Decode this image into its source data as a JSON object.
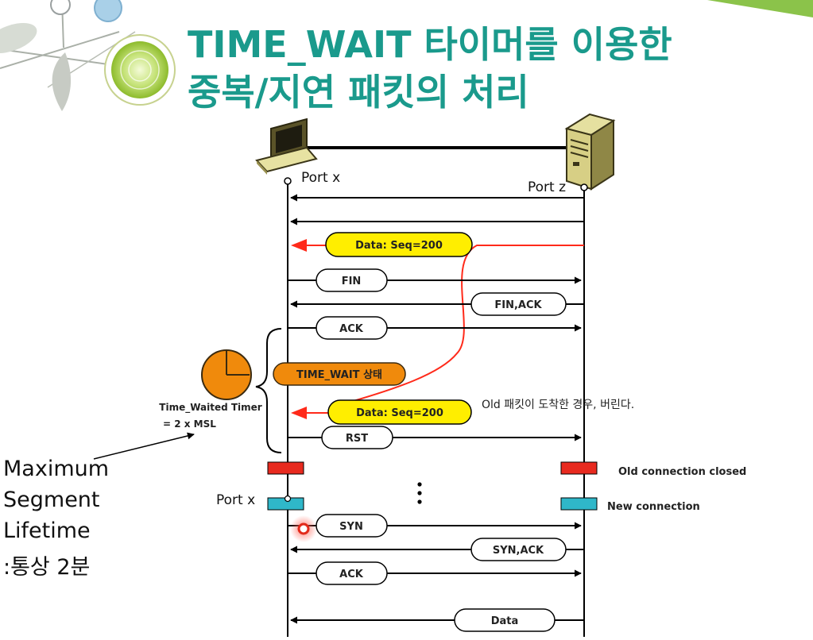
{
  "title": {
    "line1": "TIME_WAIT 타이머를 이용한",
    "line2": "중복/지연 패킷의 처리"
  },
  "diagram": {
    "client_port_label": "Port x",
    "server_port_label": "Port z",
    "messages": {
      "data_seq_1": "Data: Seq=200",
      "fin": "FIN",
      "fin_ack": "FIN,ACK",
      "ack_1": "ACK",
      "time_wait_state": "TIME_WAIT 상태",
      "data_seq_2": "Data: Seq=200",
      "rst": "RST",
      "syn": "SYN",
      "syn_ack": "SYN,ACK",
      "ack_2": "ACK",
      "data": "Data"
    },
    "timer_label_line1": "Time_Waited Timer",
    "timer_label_line2": "= 2 x MSL",
    "old_packet_note": "Old 패킷이 도착한 경우, 버린다.",
    "old_connection_closed": "Old connection closed",
    "new_connection": "New connection",
    "new_port_label": "Port x"
  },
  "side_note": {
    "line1": "Maximum",
    "line2": "Segment",
    "line3": "Lifetime",
    "line4": ":통상 2분"
  },
  "colors": {
    "title": "#1a9a8c",
    "highlight_yellow": "#ffee00",
    "timer_orange": "#f08a0c",
    "delayed_red": "#ff2a1a",
    "closed_bar": "#e82a1f",
    "new_bar": "#2fb7c9",
    "deco_green": "#8bc34a"
  }
}
